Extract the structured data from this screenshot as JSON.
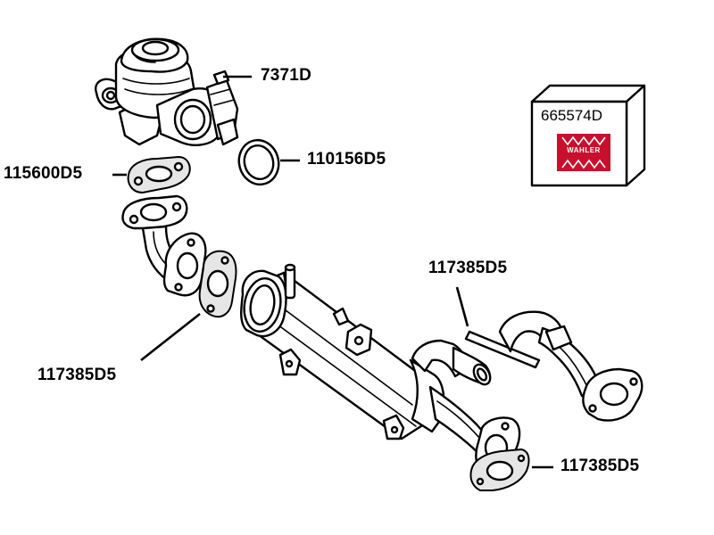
{
  "callouts": [
    {
      "id": "egr-valve",
      "text": "7371D"
    },
    {
      "id": "o-ring",
      "text": "110156D5"
    },
    {
      "id": "gasket-valve",
      "text": "115600D5"
    },
    {
      "id": "gasket-cooler-inlet",
      "text": "117385D5"
    },
    {
      "id": "gasket-cooler-right",
      "text": "117385D5"
    },
    {
      "id": "gasket-outlet",
      "text": "117385D5"
    }
  ],
  "kit": {
    "label": "665574D",
    "logo_text": "WAHLER"
  },
  "colors": {
    "line": "#000000",
    "background": "#ffffff",
    "brand": "#c8102e"
  },
  "icons": [
    "egr-valve-icon",
    "o-ring-icon",
    "gasket-icon",
    "cooler-icon",
    "pipe-icon",
    "kit-box-icon",
    "wahler-logo-icon"
  ]
}
